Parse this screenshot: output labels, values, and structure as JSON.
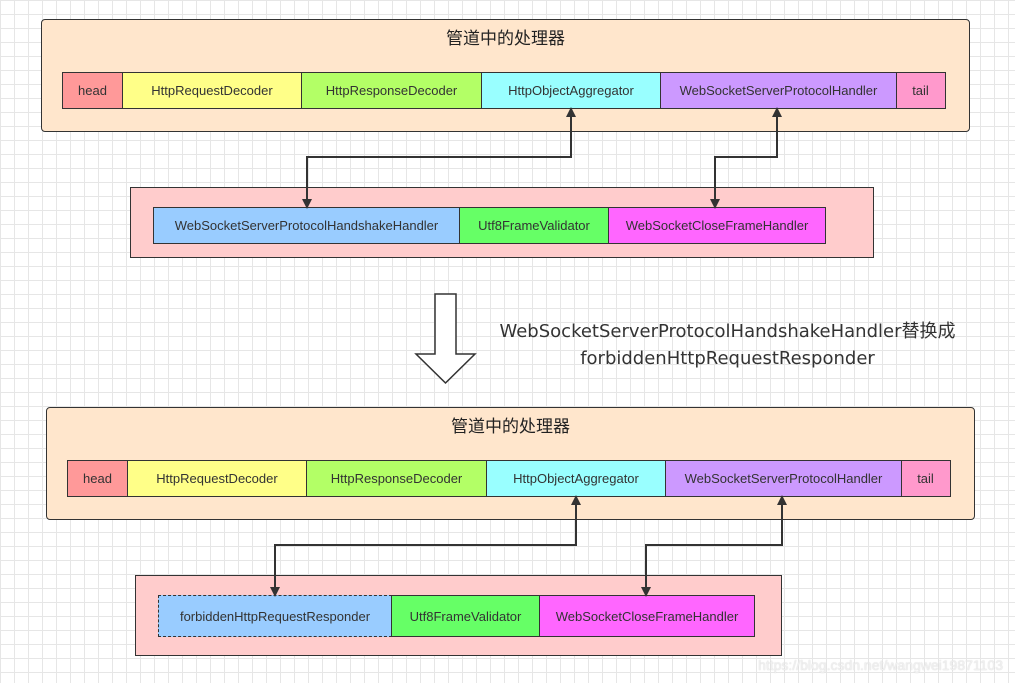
{
  "top": {
    "title": "管道中的处理器",
    "pipeline": [
      "head",
      "HttpRequestDecoder",
      "HttpResponseDecoder",
      "HttpObjectAggregator",
      "WebSocketServerProtocolHandler",
      "tail"
    ],
    "added": [
      "WebSocketServerProtocolHandshakeHandler",
      "Utf8FrameValidator",
      "WebSocketCloseFrameHandler"
    ]
  },
  "caption": {
    "line1": "WebSocketServerProtocolHandshakeHandler替换成",
    "line2": "forbiddenHttpRequestResponder"
  },
  "bottom": {
    "title": "管道中的处理器",
    "pipeline": [
      "head",
      "HttpRequestDecoder",
      "HttpResponseDecoder",
      "HttpObjectAggregator",
      "WebSocketServerProtocolHandler",
      "tail"
    ],
    "added": [
      "forbiddenHttpRequestResponder",
      "Utf8FrameValidator",
      "WebSocketCloseFrameHandler"
    ]
  },
  "colors": {
    "panel": "#ffe6cc",
    "added_panel": "#ffcccc",
    "head": "#ff9999",
    "decoder": "#ffff88",
    "response_decoder": "#b3ff66",
    "aggregator": "#99ffff",
    "protocol_handler": "#cc99ff",
    "tail": "#ff99cc",
    "handshake": "#99ccff",
    "utf8": "#66ff66",
    "close": "#ff66ff"
  },
  "watermark": "https://blog.csdn.net/wangwei19871103"
}
